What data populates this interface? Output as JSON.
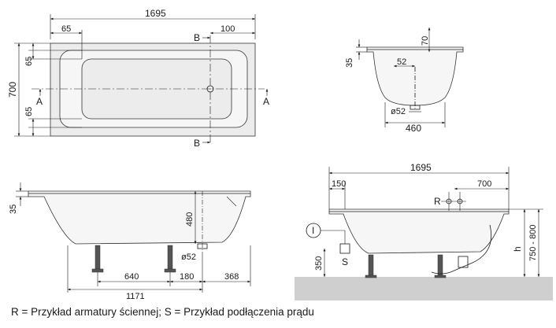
{
  "top_view": {
    "overall_length": "1695",
    "left_offset": "65",
    "right_offset": "100",
    "overall_width": "700",
    "side_offset_top": "65",
    "side_offset_bottom": "65",
    "section_a": "A",
    "section_b": "B"
  },
  "section_view": {
    "rim_height": "35",
    "rim_width_label": "70",
    "drain_offset": "52",
    "drain_diameter": "ø52",
    "base_width": "460"
  },
  "side_view": {
    "rim_height": "35",
    "depth": "480",
    "drain_diameter": "ø52",
    "leg_spacing": "640",
    "drain_to_leg": "180",
    "end_offset": "368",
    "leg_span": "1171"
  },
  "install_view": {
    "overall_length": "1695",
    "left_offset": "150",
    "right_offset": "700",
    "valve_label": "R",
    "socket_label": "S",
    "outlet_height": "350",
    "height_symbol": "h",
    "height_range": "750 - 800",
    "circle_label": "I"
  },
  "legend_text": "R = Przykład armatury ściennej; S = Przykład podłączenia prądu"
}
